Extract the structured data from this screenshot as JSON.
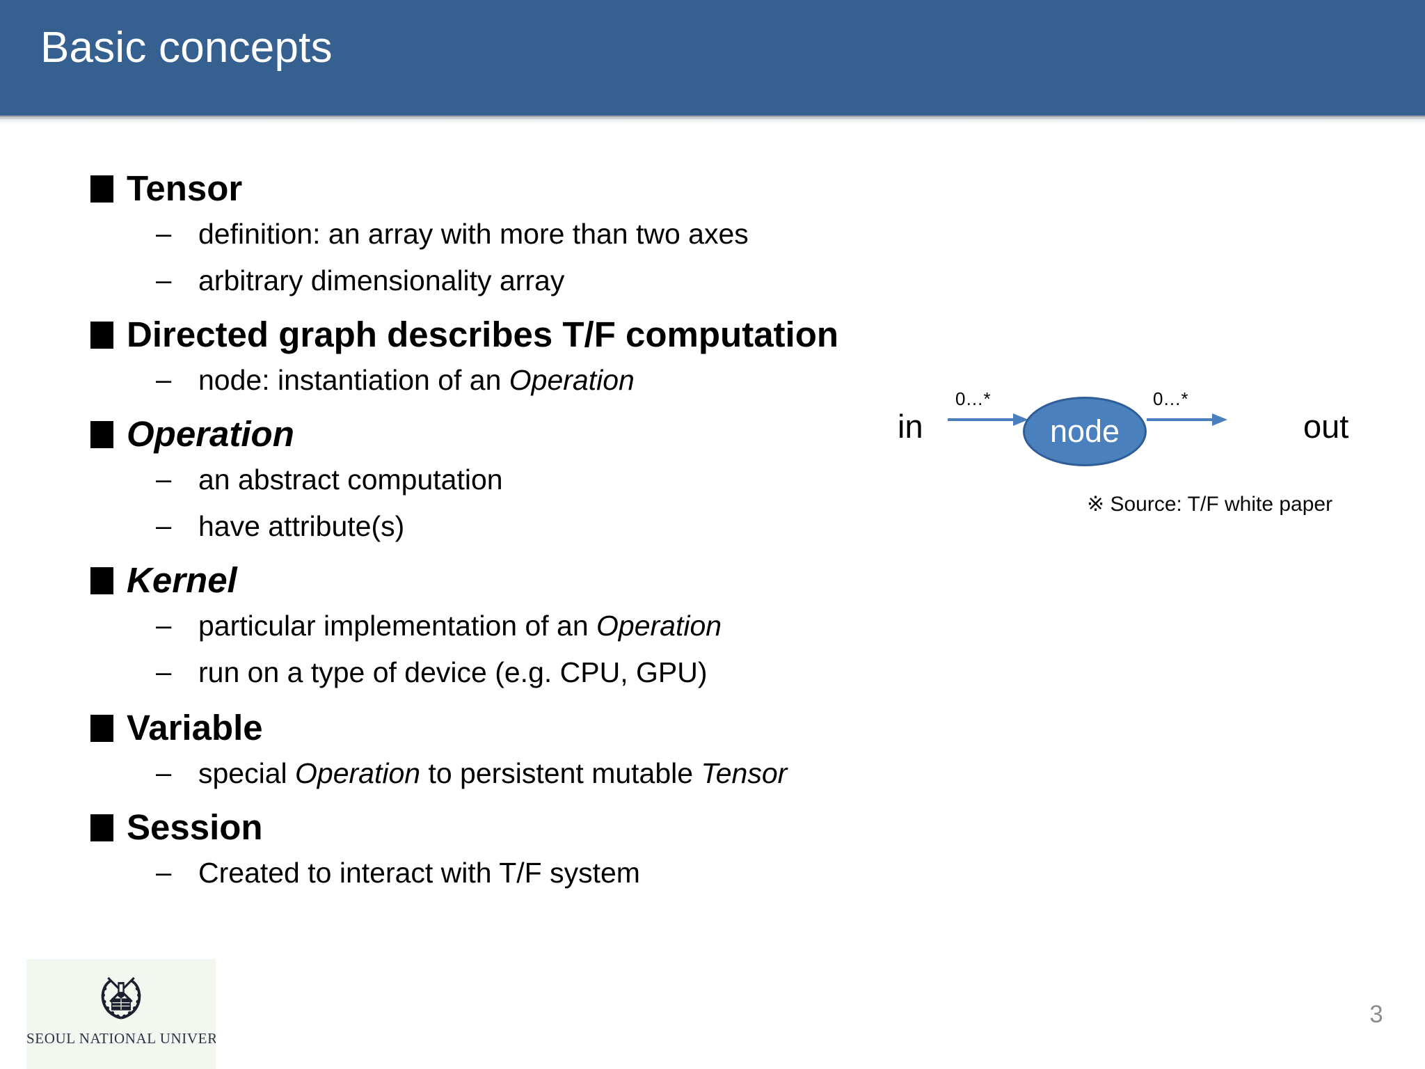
{
  "header": {
    "title": "Basic concepts",
    "band_color": "#35608f",
    "title_color": "#ffffff"
  },
  "outline": {
    "topics": [
      {
        "bullet": "square-bullet",
        "label": "Tensor",
        "style": "bold",
        "subs": [
          {
            "marker": "–",
            "text": "definition: an array with more than two axes"
          },
          {
            "marker": "–",
            "text": "arbitrary dimensionality array"
          }
        ]
      },
      {
        "bullet": "square-bullet",
        "label": "Directed graph describes T/F computation",
        "style": "bold",
        "subs": [
          {
            "marker": "–",
            "text_before": "node: instantiation of an ",
            "emphasis": "Operation",
            "text_after": ""
          }
        ]
      },
      {
        "bullet": "square-bullet",
        "label": "Operation",
        "style": "bold-italic",
        "subs": [
          {
            "marker": "–",
            "text": "an abstract computation"
          },
          {
            "marker": "–",
            "text": "have attribute(s)"
          }
        ]
      },
      {
        "bullet": "square-bullet",
        "label": "Kernel",
        "style": "bold-italic",
        "subs": [
          {
            "marker": "–",
            "text_before": "particular implementation of an ",
            "emphasis": "Operation",
            "text_after": ""
          },
          {
            "marker": "–",
            "text": "run on a type of device (e.g. CPU, GPU)"
          }
        ]
      },
      {
        "bullet": "square-bullet",
        "label": "Variable",
        "style": "bold",
        "subs": [
          {
            "marker": "–",
            "text_before": "special ",
            "emphasis": "Operation",
            "text_mid": " to persistent mutable ",
            "emphasis2": "Tensor",
            "text_after": ""
          }
        ]
      },
      {
        "bullet": "square-bullet",
        "label": "Session",
        "style": "bold",
        "subs": [
          {
            "marker": "–",
            "text": "Created to interact with T/F system"
          }
        ]
      }
    ]
  },
  "diagram": {
    "in_label": "in",
    "out_label": "out",
    "node_label": "node",
    "multiplicity_left": "0…*",
    "multiplicity_right": "0…*",
    "source_note": "※ Source: T/F white paper",
    "node_fill": "#4a80bd",
    "node_stroke": "#2f5d96",
    "arrow_color": "#4a7fbd"
  },
  "footer": {
    "logo_text": "SEOUL NATIONAL UNIVERSITY",
    "logo_bg": "#f2f8ef",
    "page_number": "3"
  }
}
